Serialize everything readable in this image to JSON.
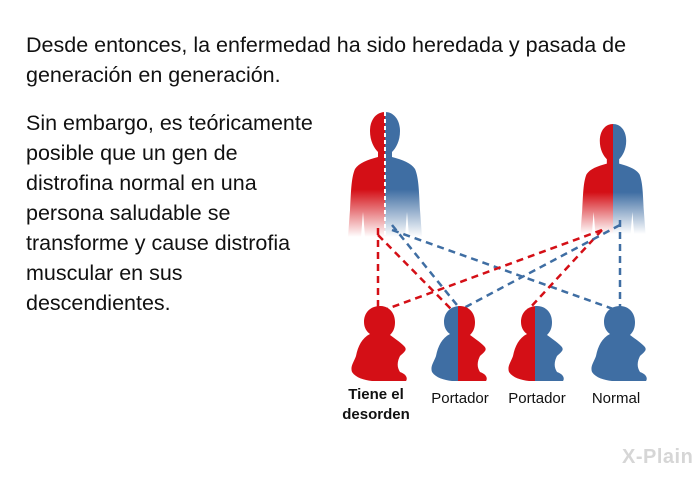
{
  "intro_text": "Desde entonces, la enfermedad ha sido heredada y pasada de generación en generación.",
  "body_text": "Sin embargo, es teóricamente posible que un gen de distrofina normal en una persona saludable se transforme y cause distrofia muscular en sus descendientes.",
  "colors": {
    "red": "#d40f16",
    "blue": "#3f6ea3"
  },
  "icons": [
    "adult-half-red-half-blue",
    "adult-mostly-blue",
    "baby-red",
    "baby-half-blue-half-red",
    "baby-half-red-half-blue",
    "baby-blue"
  ],
  "children": [
    {
      "label": "Tiene el desorden",
      "status": "affected"
    },
    {
      "label": "Portador",
      "status": "carrier"
    },
    {
      "label": "Portador",
      "status": "carrier"
    },
    {
      "label": "Normal",
      "status": "normal"
    }
  ],
  "logo_text": "X-Plain"
}
